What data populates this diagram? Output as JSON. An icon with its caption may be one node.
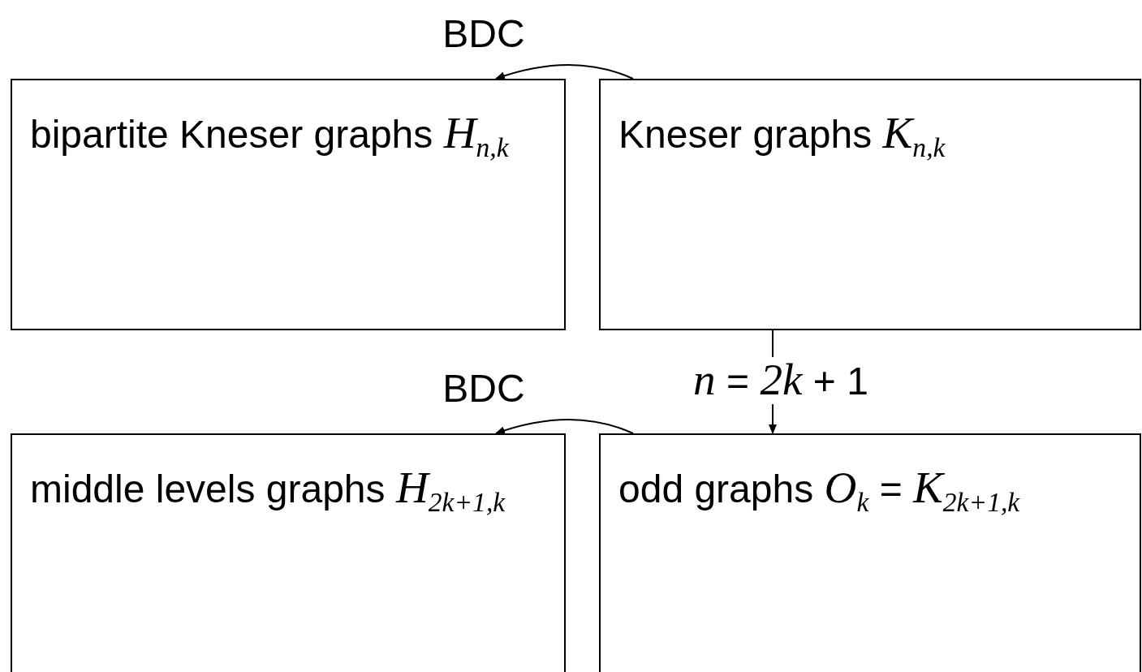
{
  "diagram": {
    "nodes": [
      {
        "text": [
          "bipartite Kneser graphs *H*$_{n,k}$"
        ]
      },
      {
        "text": [
          "Kneser graphs *K*$_{n,k}$"
        ]
      },
      {
        "text": [
          "middle levels graphs *H*$_{2k+1,k}$"
        ]
      },
      {
        "text": [
          "odd graphs *O*$_{k}$ = *K*$_{2k+1,k}$"
        ]
      }
    ],
    "edges": [
      {
        "from": 1,
        "to": 0,
        "arrow": "to",
        "label": "BDC"
      },
      {
        "from": 1,
        "to": 3,
        "arrow": "to",
        "label": "*n* = *2k* + 1"
      },
      {
        "from": 3,
        "to": 2,
        "arrow": "to",
        "label": "BDC"
      }
    ]
  }
}
